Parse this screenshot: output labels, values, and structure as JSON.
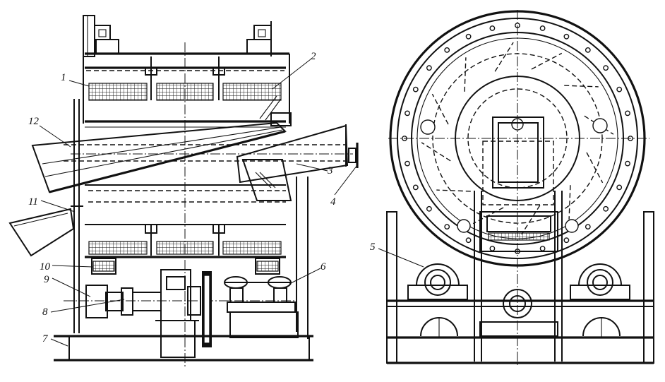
{
  "callouts": [
    "1",
    "2",
    "3",
    "4",
    "5",
    "6",
    "7",
    "8",
    "9",
    "10",
    "11",
    "12"
  ],
  "colors": {
    "ink": "#111111",
    "paper": "#ffffff"
  }
}
